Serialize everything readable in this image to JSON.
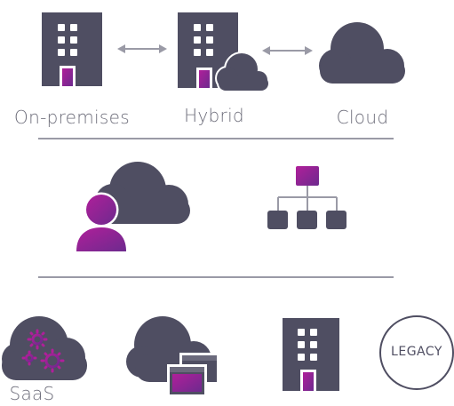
{
  "row1": {
    "on_premises_label": "On-premises",
    "hybrid_label": "Hybrid",
    "cloud_label": "Cloud"
  },
  "row3": {
    "saas_label": "SaaS",
    "legacy_label": "LEGACY"
  },
  "colors": {
    "dark": "#4f4e62",
    "magenta": "#b01f9a",
    "purple": "#6d2a8e",
    "divider": "#9a9aa6",
    "label": "#6d6d7a"
  },
  "icons": [
    "building-icon",
    "bidirectional-arrow-icon",
    "building-cloud-icon",
    "cloud-icon",
    "user-cloud-icon",
    "hierarchy-icon",
    "saas-gears-icon",
    "cloud-windows-icon",
    "building-icon",
    "legacy-badge-icon"
  ]
}
